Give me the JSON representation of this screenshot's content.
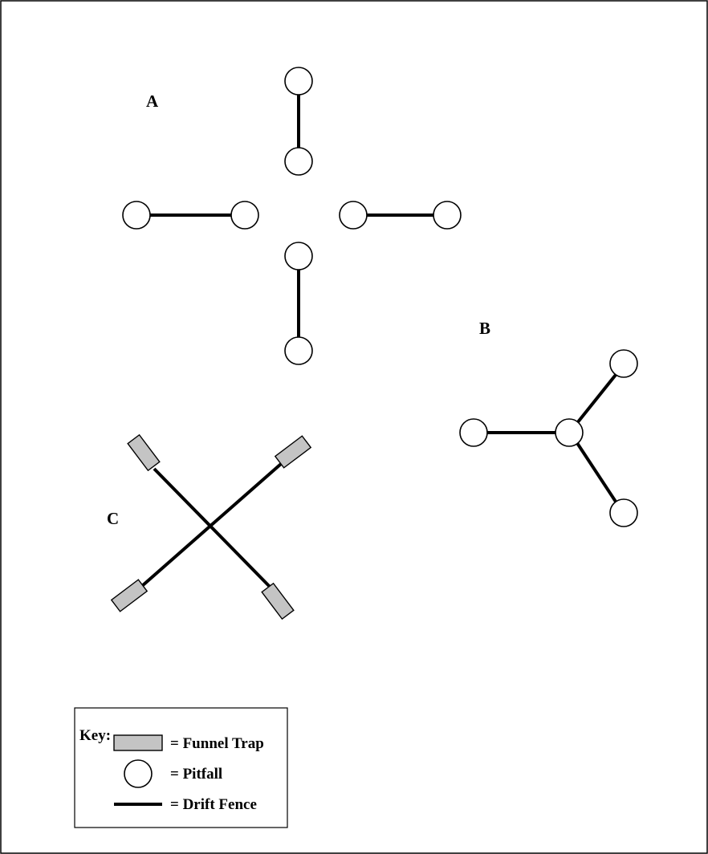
{
  "figure": {
    "labels": {
      "a": "A",
      "b": "B",
      "c": "C"
    }
  },
  "key": {
    "title": "Key:",
    "funnel_trap": "= Funnel Trap",
    "pitfall": "= Pitfall",
    "drift_fence": "= Drift Fence"
  },
  "colors": {
    "trap_fill": "#c4c4c4",
    "line": "#000000",
    "background": "#ffffff"
  }
}
